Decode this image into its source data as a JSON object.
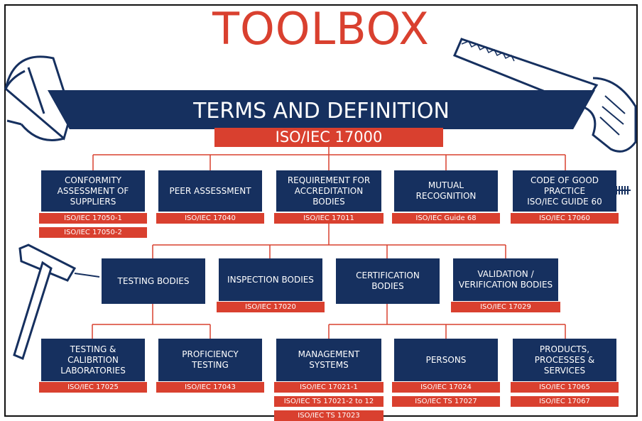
{
  "title": "TOOLBOX",
  "banner": "TERMS AND DEFINITION",
  "main_standard": "ISO/IEC 17000",
  "colors": {
    "navy": "#16305f",
    "red": "#d9402f",
    "line": "#d9402f"
  },
  "row1": [
    {
      "label": "CONFORMITY\nASSESSMENT OF\nSUPPLIERS",
      "tags": [
        "ISO/IEC 17050-1",
        "ISO/IEC 17050-2"
      ]
    },
    {
      "label": "PEER ASSESSMENT",
      "tags": [
        "ISO/IEC 17040"
      ]
    },
    {
      "label": "REQUIREMENT FOR\nACCREDITATION  BODIES",
      "tags": [
        "ISO/IEC 17011"
      ]
    },
    {
      "label": "MUTUAL RECOGNITION",
      "tags": [
        "ISO/IEC Guide 68"
      ]
    },
    {
      "label": "CODE OF GOOD\nPRACTICE\nISO/IEC GUIDE 60",
      "tags": [
        "ISO/IEC 17060"
      ]
    }
  ],
  "row2": [
    {
      "label": "TESTING BODIES",
      "tags": []
    },
    {
      "label": "INSPECTION BODIES",
      "tags": [
        "ISO/IEC 17020"
      ]
    },
    {
      "label": "CERTIFICATION BODIES",
      "tags": []
    },
    {
      "label": "VALIDATION /\nVERIFICATION BODIES",
      "tags": [
        "ISO/IEC 17029"
      ]
    }
  ],
  "row3": [
    {
      "label": "TESTING & CALIBRTION\nLABORATORIES",
      "tags": [
        "ISO/IEC 17025"
      ]
    },
    {
      "label": "PROFICIENCY TESTING",
      "tags": [
        "ISO/IEC 17043"
      ]
    },
    {
      "label": "MANAGEMENT SYSTEMS",
      "tags": [
        "ISO/IEC 17021-1",
        "ISO/IEC TS 17021-2 to 12",
        "ISO/IEC TS 17023"
      ]
    },
    {
      "label": "PERSONS",
      "tags": [
        "ISO/IEC 17024",
        "ISO/IEC TS 17027"
      ]
    },
    {
      "label": "PRODUCTS,\nPROCESSES & SERVICES",
      "tags": [
        "ISO/IEC 17065",
        "ISO/IEC 17067"
      ]
    }
  ]
}
